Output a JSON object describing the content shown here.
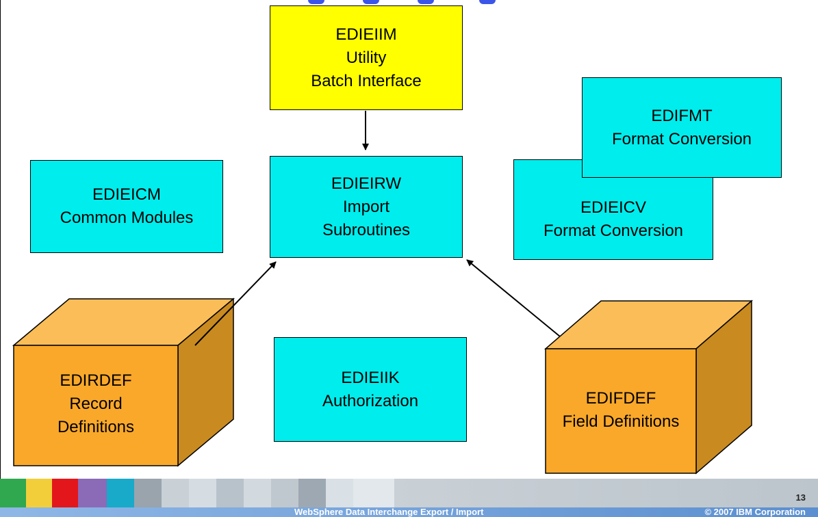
{
  "boxes": {
    "edieiim": {
      "name": "EDIEIIM",
      "line2": "Utility",
      "line3": "Batch Interface"
    },
    "edieirw": {
      "name": "EDIEIRW",
      "line2": "Import",
      "line3": "Subroutines"
    },
    "edieicm": {
      "name": "EDIEICM",
      "line2": "Common Modules"
    },
    "edifmt": {
      "name": "EDIFMT",
      "line2": "Format Conversion"
    },
    "edieicv": {
      "name": "EDIEICV",
      "line2": "Format Conversion"
    },
    "edieiik": {
      "name": "EDIEIIK",
      "line2": "Authorization"
    }
  },
  "cubes": {
    "edirdef": {
      "name": "EDIRDEF",
      "line2": "Record",
      "line3": "Definitions"
    },
    "edifdef": {
      "name": "EDIFDEF",
      "line2": "Field Definitions"
    }
  },
  "colors": {
    "module_box": "#00eded",
    "interface_box": "#ffff00",
    "cube_front": "#f9a82a",
    "cube_top": "#fbbd57",
    "cube_side": "#c98a20"
  },
  "footer": {
    "title": "WebSphere Data Interchange Export / Import",
    "copyright": "© 2007 IBM Corporation",
    "page_number": "13"
  }
}
